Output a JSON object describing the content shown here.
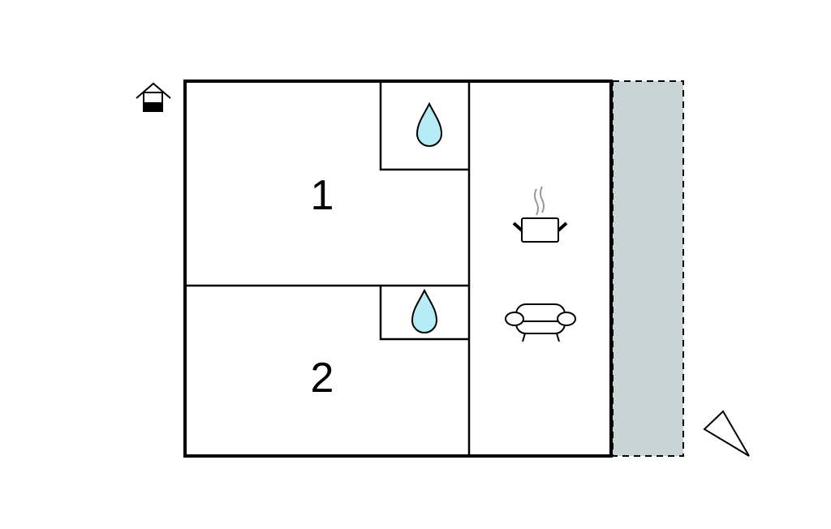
{
  "rooms": [
    {
      "label": "1",
      "type": "bedroom"
    },
    {
      "label": "2",
      "type": "bedroom"
    }
  ],
  "icons": [
    "entrance-icon",
    "water-drop-icon",
    "water-drop-icon",
    "cooking-pot-icon",
    "sofa-icon",
    "compass-north-icon"
  ],
  "colors": {
    "terrace": "#c8d4d6",
    "water": "#b5ecf5",
    "wall": "#000000"
  }
}
